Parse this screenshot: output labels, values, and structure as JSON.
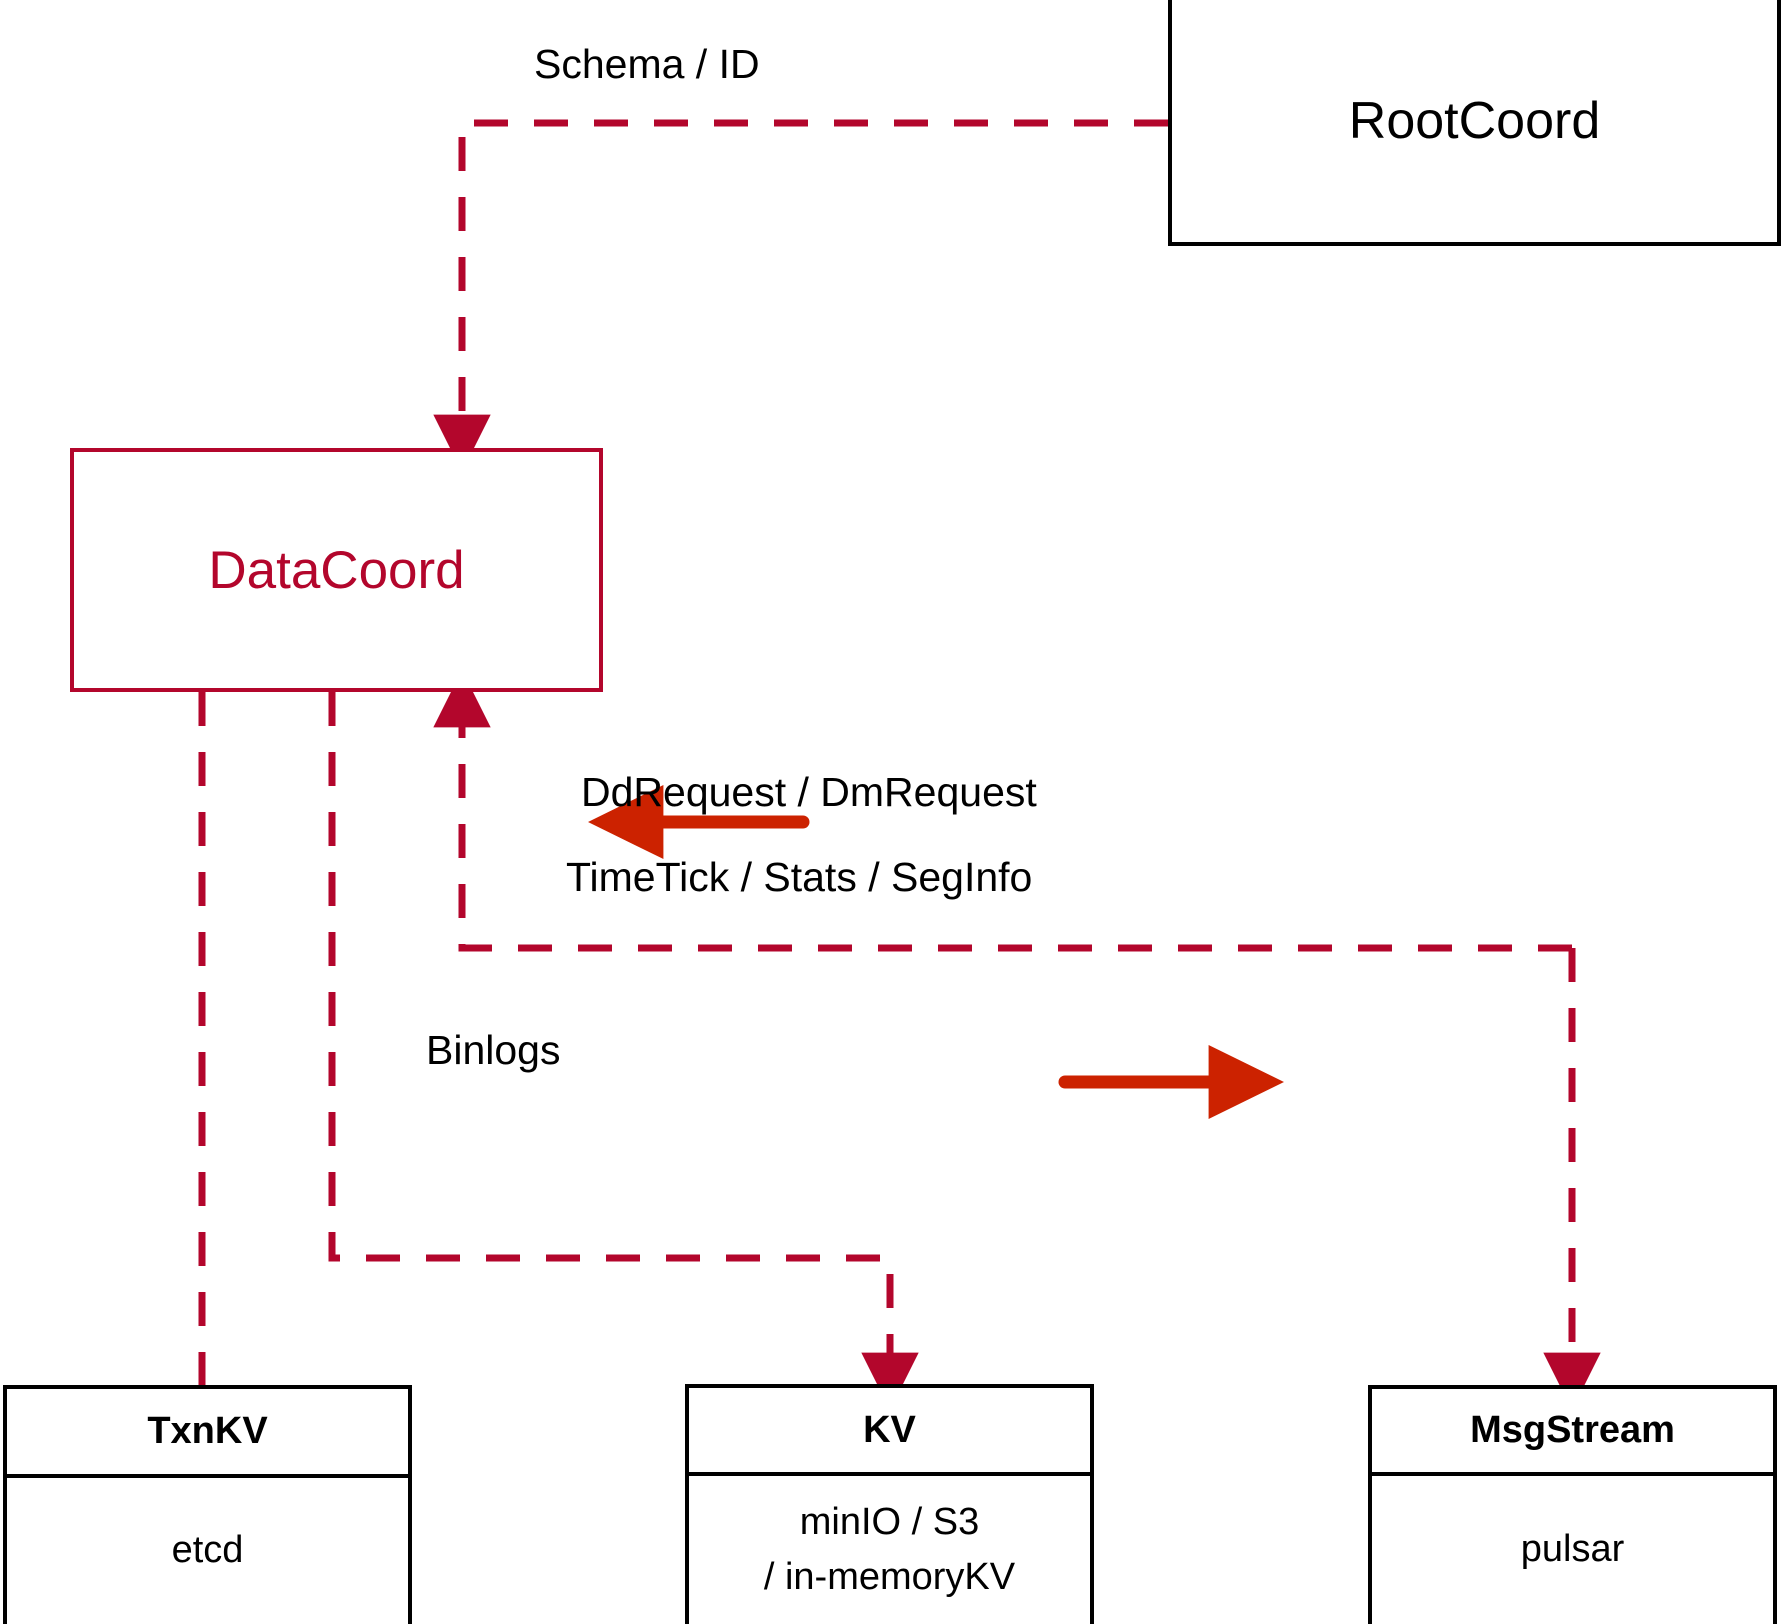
{
  "diagram": {
    "title": "DataCoord architecture",
    "colors": {
      "accent": "#B3062C",
      "arrow_solid": "#CC2200",
      "node_border": "#000000",
      "background": "#FFFFFF"
    },
    "nodes": [
      {
        "id": "rootcoord",
        "label": "RootCoord",
        "style": "plain"
      },
      {
        "id": "datacoord",
        "label": "DataCoord",
        "style": "accent"
      },
      {
        "id": "txnkv",
        "header": "TxnKV",
        "body_lines": [
          "etcd"
        ],
        "style": "split"
      },
      {
        "id": "kv",
        "header": "KV",
        "body_lines": [
          "minIO / S3",
          "/ in-memoryKV"
        ],
        "style": "split"
      },
      {
        "id": "msgstream",
        "header": "MsgStream",
        "body_lines": [
          "pulsar"
        ],
        "style": "split"
      }
    ],
    "edge_labels": [
      {
        "id": "schema-id",
        "text": "Schema / ID"
      },
      {
        "id": "dd-dm-request",
        "text": "DdRequest / DmRequest"
      },
      {
        "id": "timetick-stats-seginfo",
        "text": "TimeTick / Stats / SegInfo"
      },
      {
        "id": "binlogs",
        "text": "Binlogs"
      }
    ]
  }
}
